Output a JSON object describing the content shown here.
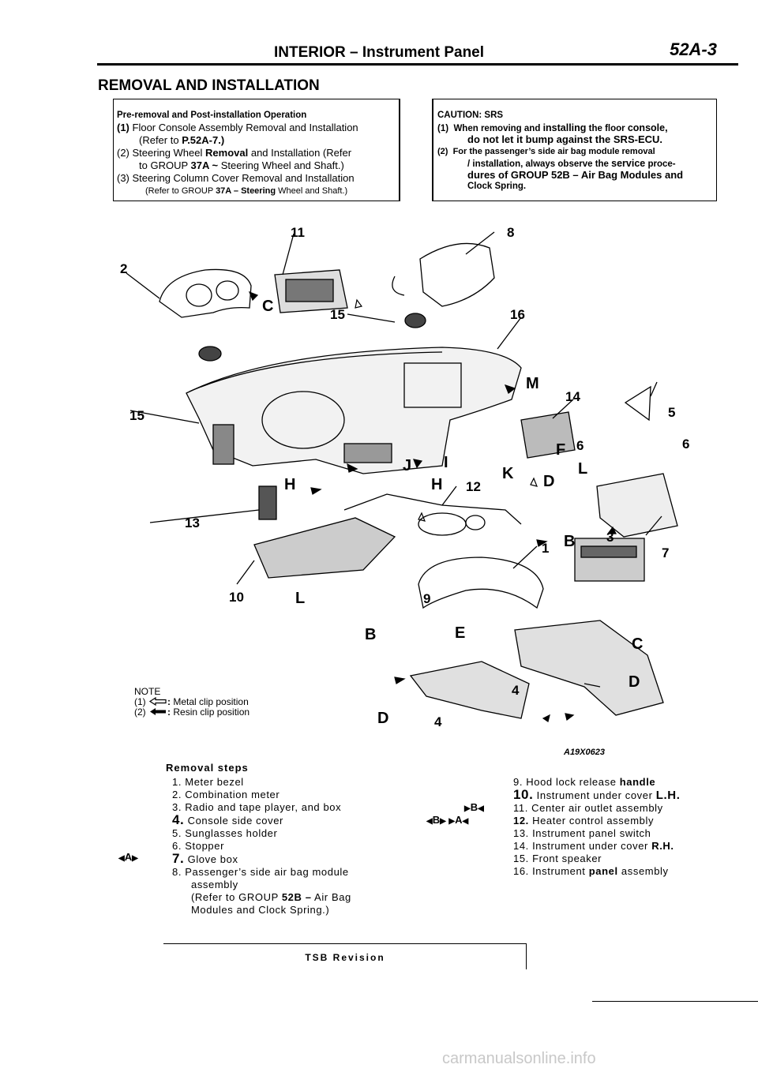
{
  "header": {
    "title": "INTERIOR – Instrument Panel",
    "page_number": "52A-3"
  },
  "section_title": "REMOVAL AND INSTALLATION",
  "pre_removal": {
    "title": "Pre-removal and Post-installation Operation",
    "item1_num": "(1)",
    "item1_a": "Floor Console Assembly Removal and Installation",
    "item1_b": "(Refer to",
    "item1_ref": "P.52A-7.)",
    "item2_a_pre": "(2) Steering Wheel",
    "item2_a_bold": "Removal",
    "item2_a_post": "and Installation (Refer",
    "item2_b_pre": "to GROUP",
    "item2_b_group": "37A ~",
    "item2_b_post": "Steering Wheel and Shaft.)",
    "item3_a": "(3) Steering Column Cover Removal and Installation",
    "item3_b_pre": "(Refer to GROUP",
    "item3_b_group": "37A – Steering",
    "item3_b_post": "Wheel and Shaft.)"
  },
  "caution": {
    "title": "CAUTION: SRS",
    "c1_num": "(1)",
    "c1_a_pre": "When removing and",
    "c1_a_w1": "installing",
    "c1_a_mid": "the floor",
    "c1_a_w2": "console,",
    "c1_b": "do not let it bump against the SRS-ECU.",
    "c2_num": "(2)",
    "c2_a": "For the passenger’s side air bag module removal",
    "c2_b_pre": "/ installation, always observe the",
    "c2_b_w": "service",
    "c2_b_post": "proce-",
    "c2_c_pre": "dures of GROUP",
    "c2_c_group": "52B –",
    "c2_c_post": "Air Bag Modules and",
    "c2_d": "Clock Spring."
  },
  "diagram": {
    "callouts": [
      "1",
      "2",
      "3",
      "4",
      "4",
      "5",
      "6",
      "6",
      "7",
      "8",
      "9",
      "10",
      "11",
      "12",
      "13",
      "14",
      "15",
      "15",
      "16"
    ],
    "clip_letters": [
      "B",
      "B",
      "C",
      "C",
      "D",
      "D",
      "D",
      "E",
      "F",
      "H",
      "H",
      "I",
      "J",
      "K",
      "L",
      "L",
      "M"
    ],
    "figure_id": "A19X0623"
  },
  "note": {
    "title": "NOTE",
    "n1_num": "(1)",
    "n1_text": "Metal clip position",
    "n2_num": "(2)",
    "n2_text": "Resin clip position"
  },
  "removal_steps": {
    "title": "Removal steps",
    "left": [
      {
        "num": "1.",
        "text": "Meter bezel"
      },
      {
        "num": "2.",
        "text": "Combination meter"
      },
      {
        "num": "3.",
        "text": "Radio and tape player, and box"
      },
      {
        "num": "4.",
        "text": "Console side cover"
      },
      {
        "num": "5.",
        "text": "Sunglasses holder"
      },
      {
        "num": "6.",
        "text": "Stopper"
      },
      {
        "num": "7.",
        "text": "Glove box"
      },
      {
        "num": "8.",
        "text": "Passenger’s side air bag module"
      }
    ],
    "left_cont": [
      "assembly",
      "(Refer to GROUP",
      "52B –",
      "Air Bag",
      "Modules and Clock Spring.)"
    ],
    "right": [
      {
        "num": "9.",
        "text": "Hood lock release",
        "extra": "handle"
      },
      {
        "num": "10.",
        "text": "Instrument under cover",
        "extra": "L.H."
      },
      {
        "num": "11.",
        "text": "Center air outlet assembly",
        "extra": ""
      },
      {
        "num": "12.",
        "text": "Heater control assembly",
        "extra": ""
      },
      {
        "num": "13.",
        "text": "Instrument panel switch",
        "extra": ""
      },
      {
        "num": "14.",
        "text": "Instrument under cover",
        "extra": "R.H."
      },
      {
        "num": "15.",
        "text": "Front speaker",
        "extra": ""
      },
      {
        "num": "16.",
        "text": "Instrument",
        "extra": "panel"
      }
    ],
    "right_16_tail": "assembly",
    "markers": {
      "m6": "A",
      "m11": "B",
      "m12_b": "B",
      "m12_a": "A"
    }
  },
  "footer": {
    "tsb": "TSB Revision",
    "watermark": "carmanualsonline.info"
  }
}
